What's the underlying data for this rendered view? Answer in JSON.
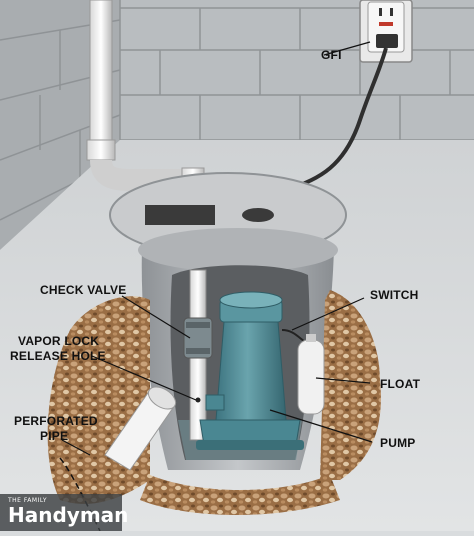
{
  "labels": {
    "gfi": "GFI",
    "check_valve": "CHECK VALVE",
    "switch": "SWITCH",
    "vapor_lock_line1": "VAPOR LOCK",
    "vapor_lock_line2": "RELEASE HOLE",
    "float": "FLOAT",
    "pump": "PUMP",
    "perforated_line1": "PERFORATED",
    "perforated_line2": "PIPE"
  },
  "brand": {
    "small": "THE FAMILY",
    "name": "Handyman"
  },
  "colors": {
    "wall": "#b9bdc0",
    "floor": "#d3d6d8",
    "pump": "#4f8c96",
    "gravel": "#a07a52"
  }
}
